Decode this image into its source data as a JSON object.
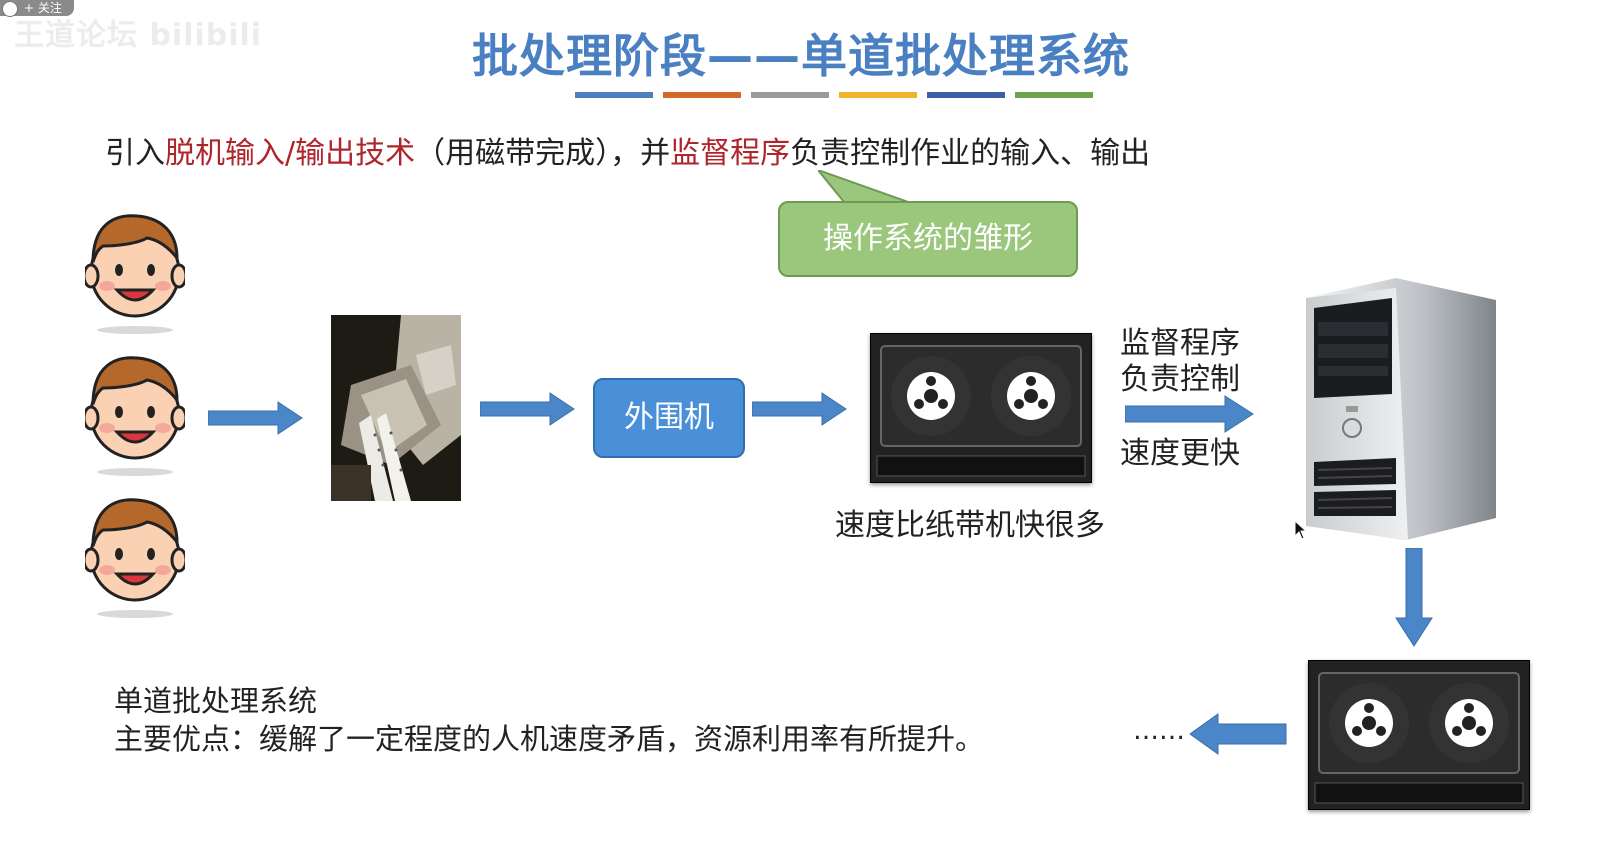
{
  "overlay": {
    "follow_label": "+ 关注",
    "watermark": "王道论坛 bilibili"
  },
  "slide": {
    "title": "批处理阶段——单道批处理系统",
    "title_bar_colors": [
      "#4e80bd",
      "#d2682a",
      "#9b9b9b",
      "#f0b32c",
      "#3e5ea8",
      "#6ea24b"
    ],
    "intro": {
      "part1": "引入",
      "red1": "脱机输入/输出技术",
      "part2": "（用磁带完成），并",
      "red2": "监督程序",
      "part3": "负责控制作业的输入、输出"
    },
    "callout": "操作系统的雏形",
    "peripheral_label": "外围机",
    "tape_caption": "速度比纸带机快很多",
    "monitor_line1": "监督程序",
    "monitor_line2": "负责控制",
    "speed_label": "速度更快",
    "summary_title": "单道批处理系统",
    "summary_text": "主要优点：缓解了一定程度的人机速度矛盾，资源利用率有所提升。",
    "ellipsis": "……"
  },
  "icons": {
    "users": [
      "user-face-icon",
      "user-face-icon",
      "user-face-icon"
    ],
    "printer": "paper-tape-machine-image",
    "tape": "magnetic-tape-icon",
    "computer": "computer-tower-icon",
    "arrow_color": "#4a86c8"
  },
  "colors": {
    "title": "#4a7fc1",
    "highlight_red": "#b0242b",
    "callout_green": "#9bc77c",
    "peripheral_blue": "#4a90d9"
  }
}
